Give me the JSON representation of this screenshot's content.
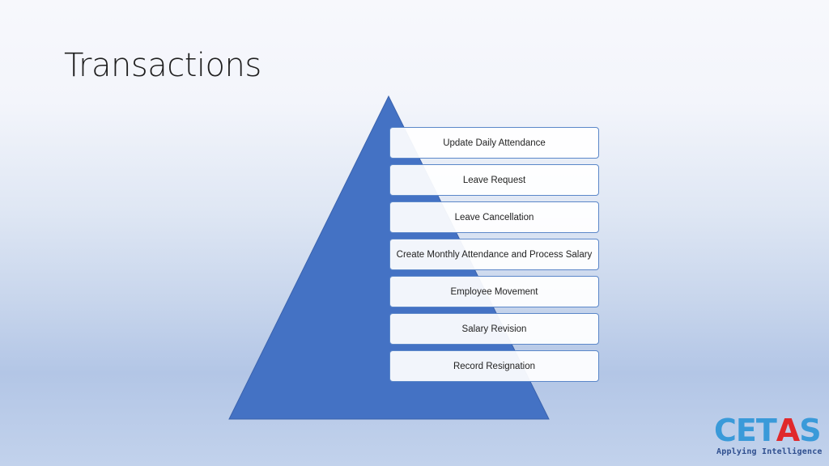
{
  "slide": {
    "title": "Transactions"
  },
  "pyramid": {
    "fill_color": "#4472c4",
    "items": [
      {
        "label": "Update Daily Attendance"
      },
      {
        "label": "Leave Request"
      },
      {
        "label": "Leave Cancellation"
      },
      {
        "label": "Create Monthly Attendance and Process Salary"
      },
      {
        "label": "Employee Movement"
      },
      {
        "label": "Salary Revision"
      },
      {
        "label": "Record Resignation"
      }
    ]
  },
  "logo": {
    "word_left": "CET",
    "word_mid": "A",
    "word_right": "S",
    "tagline": "Applying  Intelligence",
    "colors": {
      "primary": "#3a9ad9",
      "accent": "#e0292b"
    }
  }
}
